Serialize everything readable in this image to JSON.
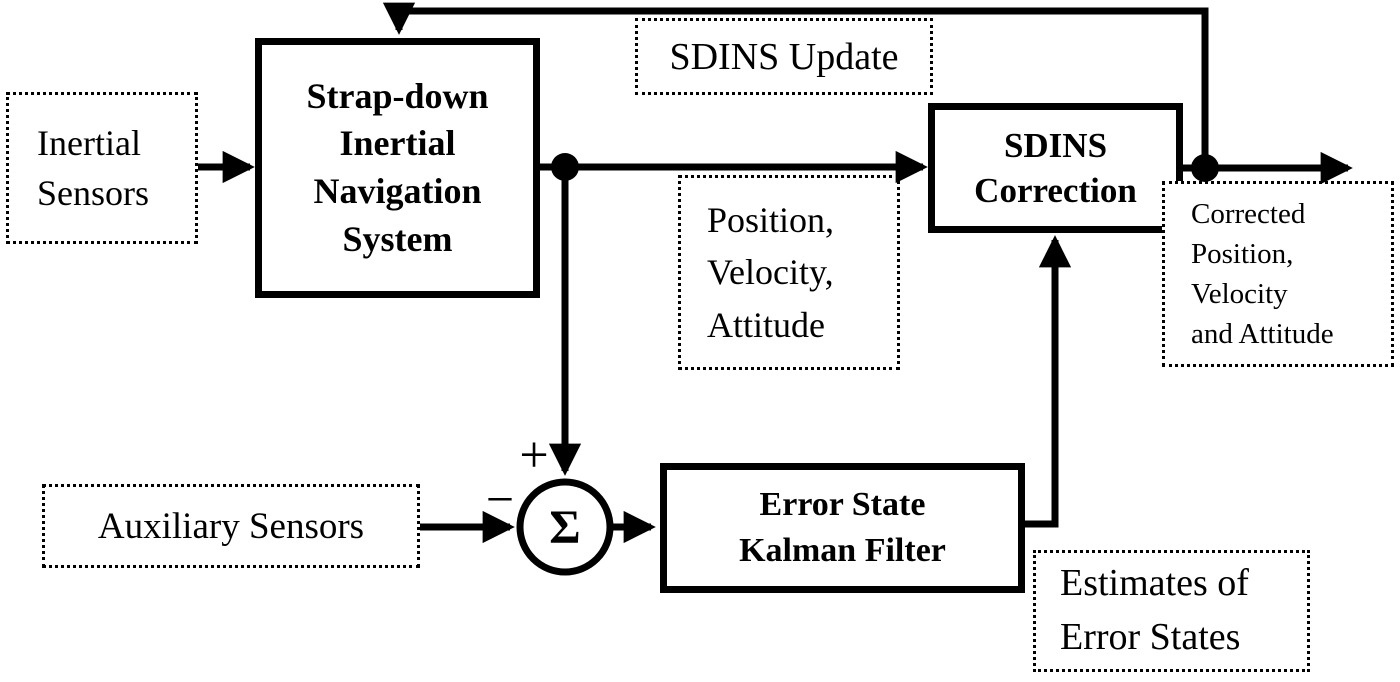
{
  "nodes": {
    "inertial_sensors": {
      "label": "Inertial\nSensors"
    },
    "sdins": {
      "label": "Strap-down\nInertial\nNavigation\nSystem"
    },
    "sdins_update": {
      "label": "SDINS Update"
    },
    "position_velocity_attitude": {
      "label": "Position,\nVelocity,\nAttitude"
    },
    "sdins_correction": {
      "label": "SDINS\nCorrection"
    },
    "corrected_output": {
      "label": "Corrected\nPosition,\nVelocity\nand Attitude"
    },
    "auxiliary_sensors": {
      "label": "Auxiliary Sensors"
    },
    "error_state_kalman_filter": {
      "label": "Error State\nKalman Filter"
    },
    "estimates_of_error_states": {
      "label": "Estimates of\nError States"
    }
  },
  "summing_junction": {
    "sigma": "Σ",
    "plus_sign": "+",
    "minus_sign": "−"
  },
  "colors": {
    "ink": "#000000",
    "background": "#ffffff"
  }
}
